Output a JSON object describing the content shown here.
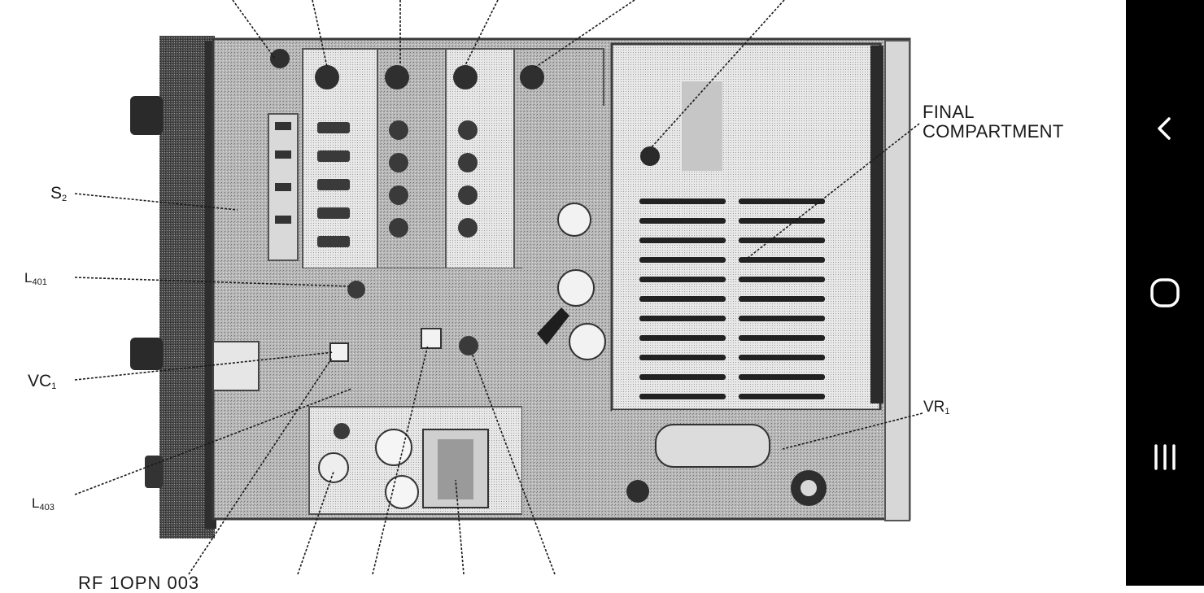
{
  "labels": {
    "s2": {
      "main": "S",
      "sub": "2"
    },
    "l401": {
      "main": "L",
      "sub": "401"
    },
    "vc1": {
      "main": "VC",
      "sub": "1"
    },
    "l403": {
      "main": "L",
      "sub": "403"
    },
    "vr1": {
      "main": "VR",
      "sub": "1"
    },
    "final_compartment": {
      "line1": "FINAL",
      "line2": "COMPARTMENT"
    },
    "bottom_partial": "RF 1OPN  003"
  },
  "colors": {
    "ink": "#1a1a1a",
    "background": "#ffffff",
    "navbar": "#000000",
    "nav_icon": "#ffffff"
  },
  "navbar": {
    "icons": [
      "back-icon",
      "home-icon",
      "recent-apps-icon"
    ]
  }
}
